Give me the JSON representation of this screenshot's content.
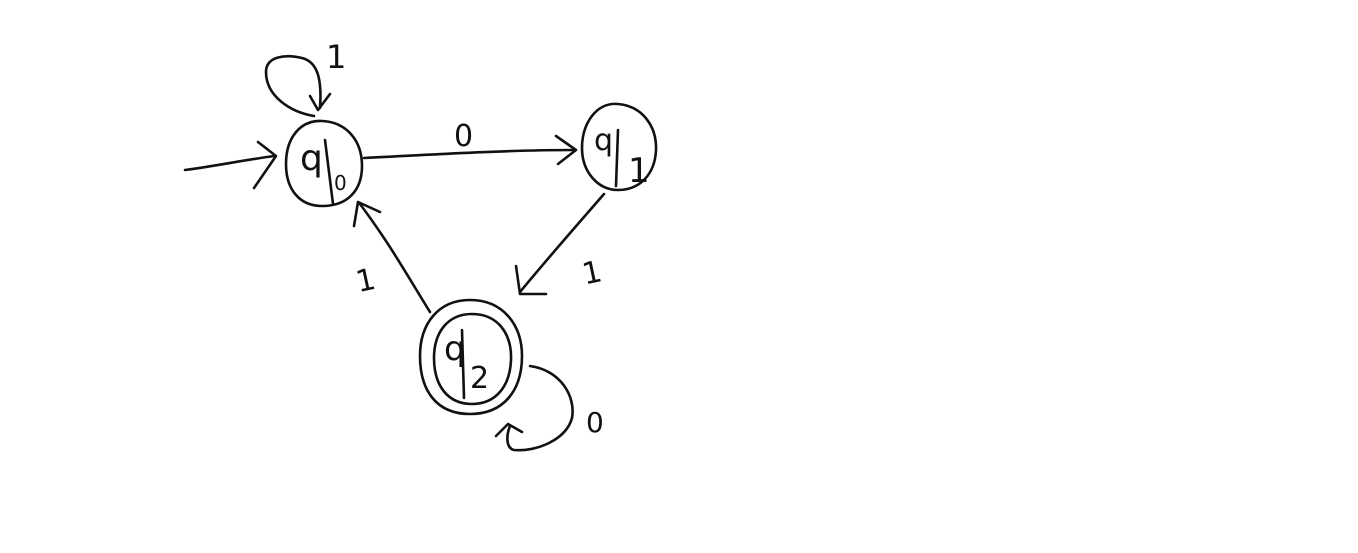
{
  "diagram": {
    "type": "finite-automaton",
    "states": [
      {
        "id": "q0",
        "symbol": "q",
        "subscript": "0",
        "initial": true,
        "accepting": false
      },
      {
        "id": "q1",
        "symbol": "q",
        "subscript": "1",
        "initial": false,
        "accepting": false
      },
      {
        "id": "q2",
        "symbol": "q",
        "subscript": "2",
        "initial": false,
        "accepting": true
      }
    ],
    "transitions": [
      {
        "from": "q0",
        "to": "q0",
        "label": "1"
      },
      {
        "from": "q0",
        "to": "q1",
        "label": "0"
      },
      {
        "from": "q1",
        "to": "q2",
        "label": "1"
      },
      {
        "from": "q2",
        "to": "q0",
        "label": "1"
      },
      {
        "from": "q2",
        "to": "q2",
        "label": "0"
      }
    ],
    "stroke_color": "#111111",
    "background": "#ffffff"
  }
}
